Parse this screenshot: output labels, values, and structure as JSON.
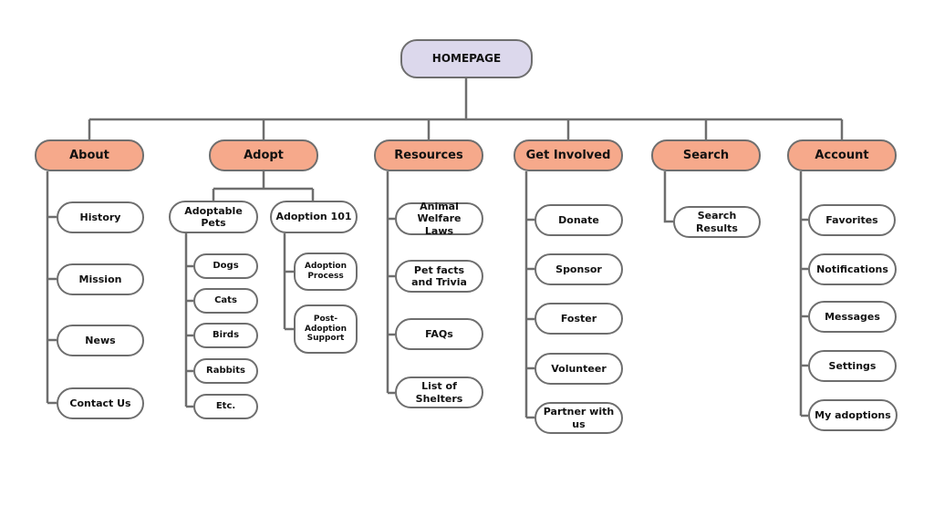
{
  "root": {
    "label": "HOMEPAGE"
  },
  "about": {
    "label": "About",
    "items": [
      "History",
      "Mission",
      "News",
      "Contact Us"
    ]
  },
  "adopt": {
    "label": "Adopt",
    "adoptable_pets": {
      "label": "Adoptable Pets",
      "items": [
        "Dogs",
        "Cats",
        "Birds",
        "Rabbits",
        "Etc."
      ]
    },
    "adoption_101": {
      "label": "Adoption 101",
      "items": [
        "Adoption Process",
        "Post-Adoption Support"
      ]
    }
  },
  "resources": {
    "label": "Resources",
    "items": [
      "Animal Welfare Laws",
      "Pet facts and Trivia",
      "FAQs",
      "List of Shelters"
    ]
  },
  "get_involved": {
    "label": "Get Involved",
    "items": [
      "Donate",
      "Sponsor",
      "Foster",
      "Volunteer",
      "Partner with us"
    ]
  },
  "search": {
    "label": "Search",
    "items": [
      "Search Results"
    ]
  },
  "account": {
    "label": "Account",
    "items": [
      "Favorites",
      "Notifications",
      "Messages",
      "Settings",
      "My adoptions"
    ]
  },
  "colors": {
    "line": "#6e6e6e",
    "root_fill": "#dcd8ec",
    "category_fill": "#f6a98b",
    "node_fill": "#ffffff"
  }
}
